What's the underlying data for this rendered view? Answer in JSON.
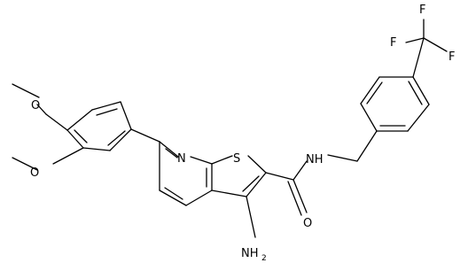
{
  "structure": {
    "atom_labels": {
      "o_methoxy_top": "O",
      "o_methoxy_left": "O",
      "n_pyridine": "N",
      "s_thiophene": "S",
      "nh_amide": "NH",
      "o_carbonyl": "O",
      "nh2_amino": "NH",
      "nh2_subscript": "2",
      "f_top": "F",
      "f_left": "F",
      "f_right": "F"
    }
  }
}
